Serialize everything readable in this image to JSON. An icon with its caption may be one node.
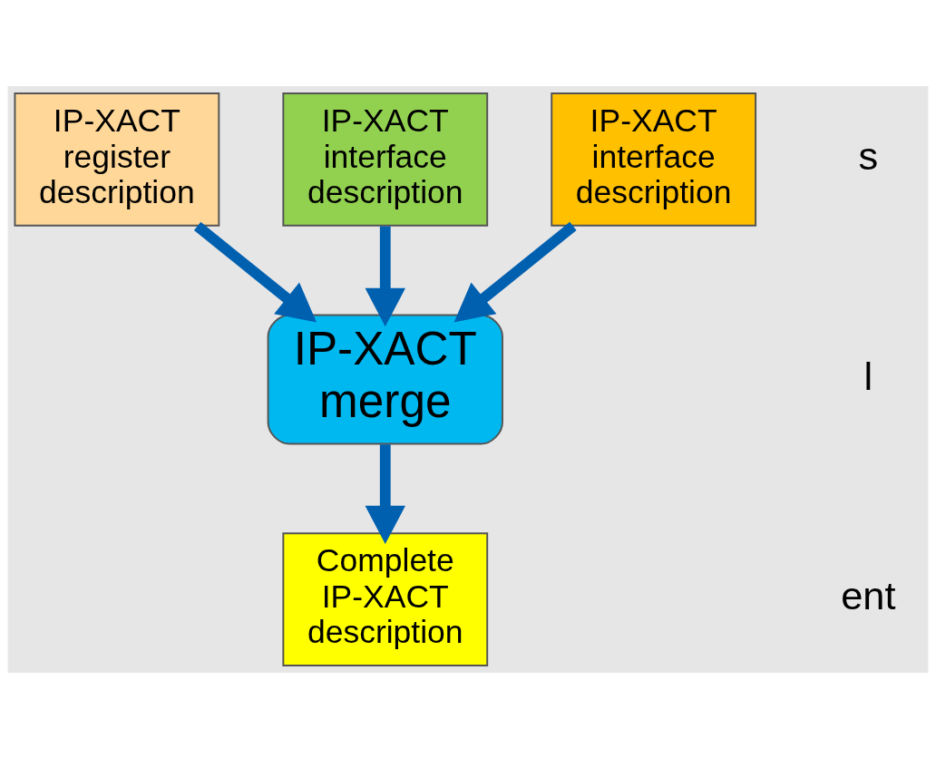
{
  "diagram": {
    "nodes": [
      {
        "text": [
          "IP-XACT register description"
        ]
      },
      {
        "text": [
          "IP-XACT interface description"
        ]
      },
      {
        "text": [
          "IP-XACT interface description"
        ]
      },
      {
        "text": [
          "IP-XACT merge"
        ]
      },
      {
        "text": [
          "Complete IP-XACT description"
        ]
      }
    ],
    "edges": [
      {
        "from": 0,
        "to": 3,
        "arrow": "to"
      },
      {
        "from": 1,
        "to": 3,
        "arrow": "to"
      },
      {
        "from": 2,
        "to": 3,
        "arrow": "to"
      },
      {
        "from": 3,
        "to": 4,
        "arrow": "to"
      }
    ],
    "labels": [
      "s",
      "l",
      "ent"
    ]
  }
}
